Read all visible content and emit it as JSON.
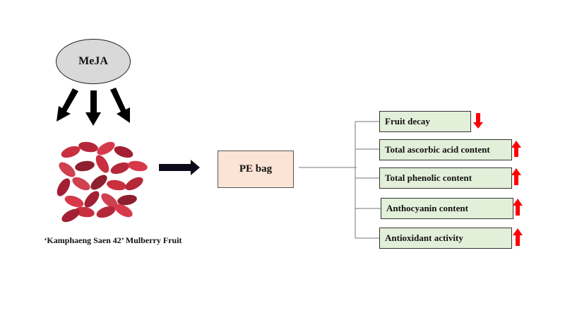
{
  "treatment": {
    "label": "MeJA",
    "fill": "#d9d9d9"
  },
  "fruit": {
    "caption": "‘Kamphaeng Saen 42’ Mulberry Fruit",
    "image": "mulberry-fruit-pile"
  },
  "packaging": {
    "label": "PE bag",
    "fill": "#fbe4d5"
  },
  "outcomes": [
    {
      "label": "Fruit decay",
      "trend": "down"
    },
    {
      "label": "Total ascorbic acid content",
      "trend": "up"
    },
    {
      "label": "Total phenolic content",
      "trend": "up"
    },
    {
      "label": "Anthocyanin content",
      "trend": "up"
    },
    {
      "label": "Antioxidant activity",
      "trend": "up"
    }
  ],
  "colors": {
    "outcome_fill": "#e2efd9",
    "trend_arrow": "#ff0000",
    "flow_arrow": "#000000"
  }
}
